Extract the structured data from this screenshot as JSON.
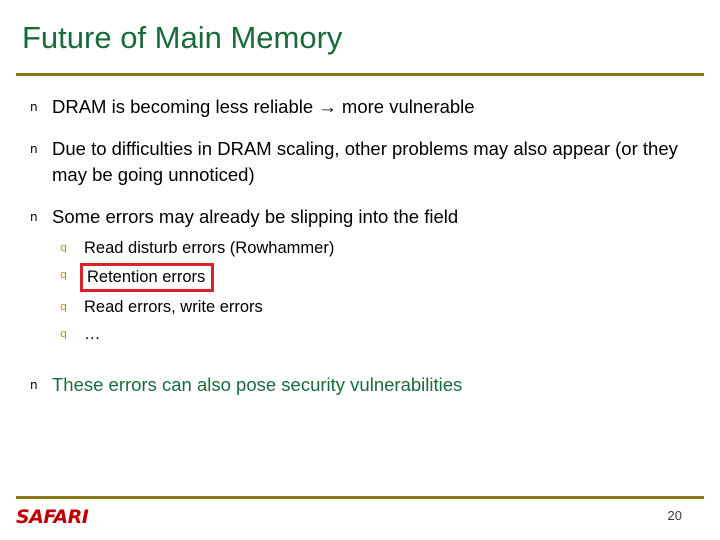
{
  "slide": {
    "title": "Future of Main Memory",
    "page_number": "20",
    "logo_text": "SAFARI",
    "accent_colors": {
      "title_green": "#1a6b3c",
      "rule_gold": "#8a7a1a",
      "highlight_box_red": "#d8232a",
      "sub_bullet_gold": "#b8960b",
      "logo_red": "#c00000"
    },
    "bullets": [
      {
        "marker": "n",
        "text": "DRAM is becoming less reliable → more vulnerable",
        "style": "black"
      },
      {
        "marker": "n",
        "text": "Due to difficulties in DRAM scaling, other problems may also appear (or they may be going unnoticed)",
        "style": "black"
      },
      {
        "marker": "n",
        "text": "Some errors may already be slipping into the field",
        "style": "black",
        "sub_bullets": [
          {
            "marker": "q",
            "text": "Read disturb errors (Rowhammer)",
            "boxed": false
          },
          {
            "marker": "q",
            "text": "Retention errors",
            "boxed": true
          },
          {
            "marker": "q",
            "text": "Read errors, write errors",
            "boxed": false
          },
          {
            "marker": "q",
            "text": "…",
            "boxed": false
          }
        ]
      },
      {
        "marker": "n",
        "text": "These errors can also pose security vulnerabilities",
        "style": "green"
      }
    ]
  }
}
